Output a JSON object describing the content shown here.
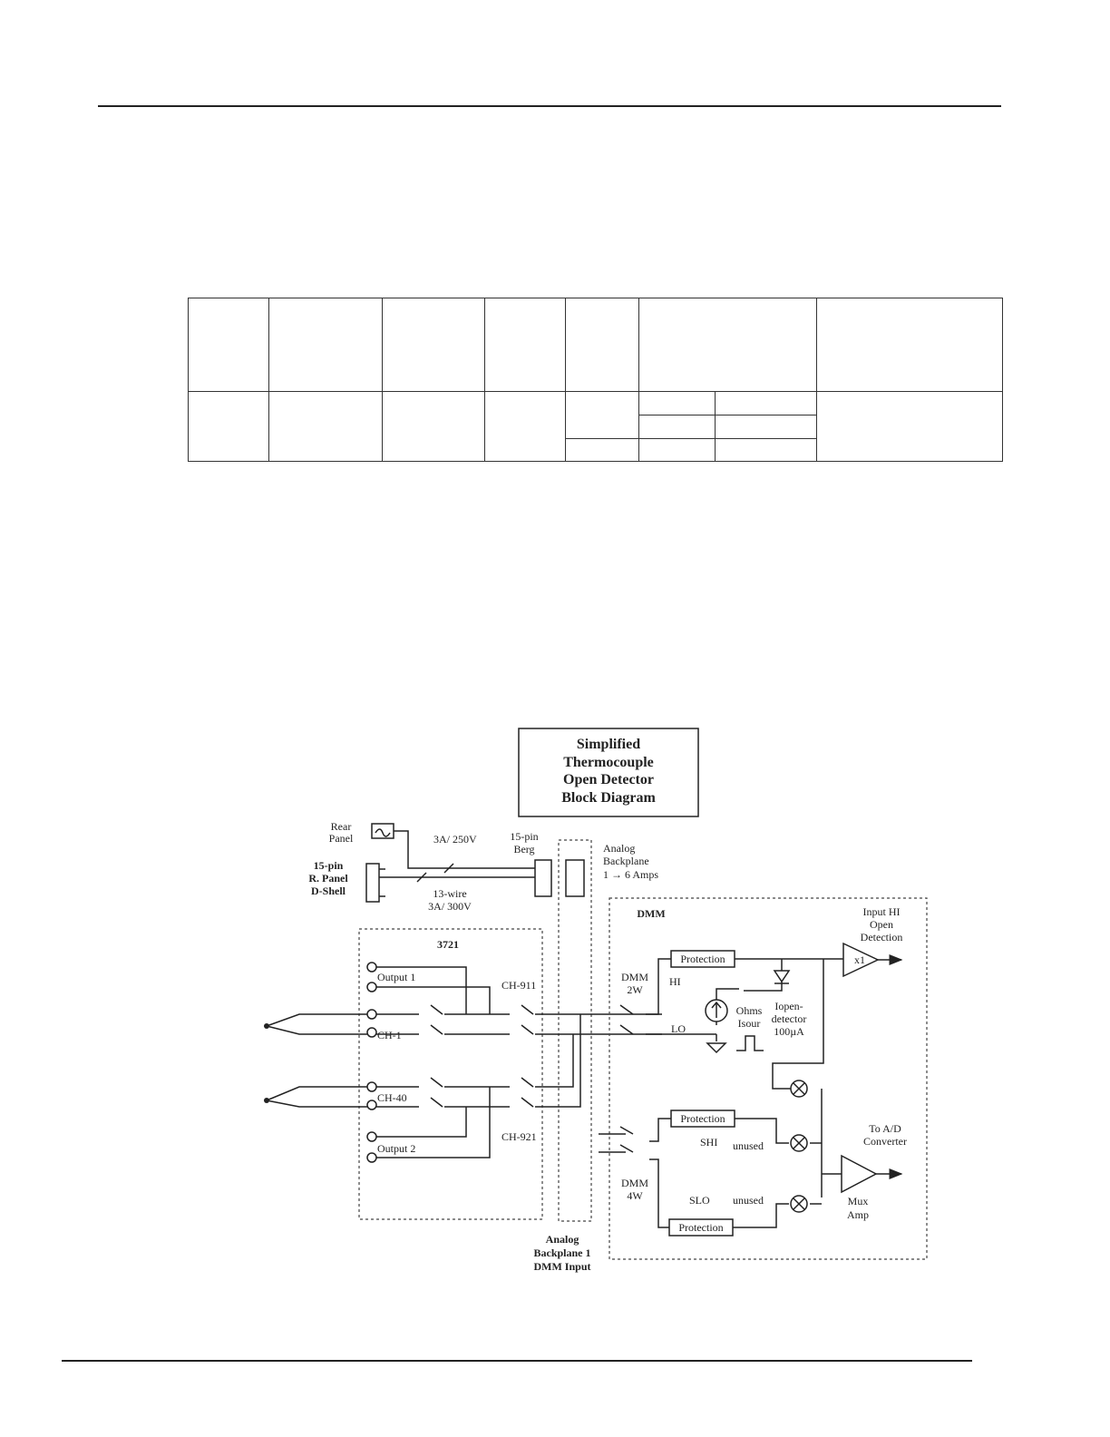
{
  "diagram": {
    "title_lines": [
      "Simplified",
      "Thermocouple",
      "Open Detector",
      "Block Diagram"
    ],
    "labels": {
      "rear_panel": [
        "Rear",
        "Panel"
      ],
      "dshell": [
        "15-pin",
        "R. Panel",
        "D-Shell"
      ],
      "fuse_rating": "3A/ 250V",
      "berg": [
        "15-pin",
        "Berg"
      ],
      "wire_rating": [
        "13-wire",
        "3A/ 300V"
      ],
      "backplane_top": [
        "Analog",
        "Backplane",
        "1 → 6 Amps"
      ],
      "card": "3721",
      "output1": "Output 1",
      "output2": "Output 2",
      "ch1": "CH-1",
      "ch40": "CH-40",
      "ch911": "CH-911",
      "ch921": "CH-921",
      "dmm": "DMM",
      "dmm2w": [
        "DMM",
        "2W"
      ],
      "dmm4w": [
        "DMM",
        "4W"
      ],
      "hi": "HI",
      "lo": "LO",
      "shi": "SHI",
      "slo": "SLO",
      "protection": "Protection",
      "ohms": [
        "Ohms",
        "Isour"
      ],
      "iopen": [
        "Iopen-",
        "detector",
        "100µA"
      ],
      "input_hi": [
        "Input HI",
        "Open",
        "Detection"
      ],
      "x1": "x1",
      "unused": "unused",
      "to_ad": [
        "To A/D",
        "Converter"
      ],
      "mux": [
        "Mux",
        "Amp"
      ],
      "backplane_bottom": [
        "Analog",
        "Backplane 1",
        "DMM Input"
      ]
    }
  }
}
